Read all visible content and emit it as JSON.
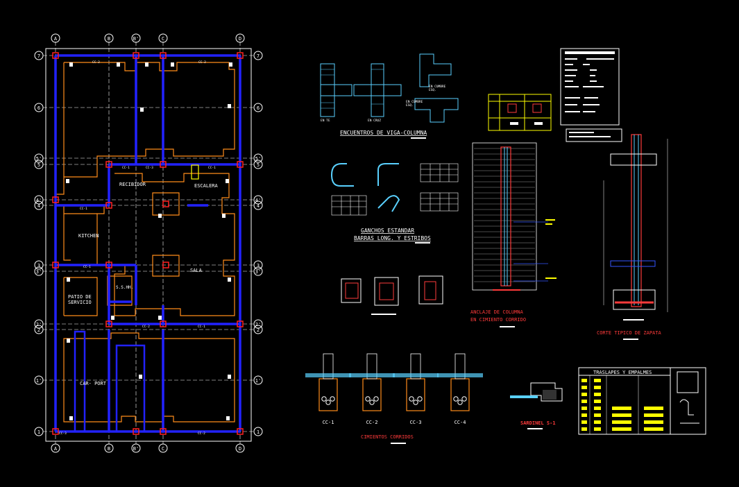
{
  "grid": {
    "top_axes": [
      "A",
      "B",
      "B'",
      "C",
      "D"
    ],
    "bottom_axes": [
      "A",
      "B",
      "B'",
      "C",
      "D"
    ],
    "side_axes": [
      "7",
      "6",
      "5'",
      "5",
      "4'",
      "4",
      "3",
      "3'",
      "2'",
      "2",
      "1'",
      "1"
    ]
  },
  "rooms": {
    "recibidor": "RECIBIDOR",
    "escalera": "ESCALERA",
    "kitchen": "KITCHEN",
    "sala": "SALA",
    "patio": "PATIO DE\nSERVICIO",
    "sshh": "S.S.HH.",
    "carport": "CAR- PORT"
  },
  "beams": [
    "CC-1",
    "CC-2",
    "CC-3",
    "CC-4"
  ],
  "details": {
    "encuentros_title": "ENCUENTROS DE VIGA-COLUMNA",
    "en_te": "EN TE",
    "en_cruz": "EN CRUZ",
    "en_cumbre_esq": "EN CUMBRE\nESQ.",
    "en_cumbre_esq2": "EN CUMBRE\nESQ.",
    "ganchos_title1": "GANCHOS ESTANDAR",
    "ganchos_title2": "BARRAS LONG. Y ESTRIBOS",
    "anclaje_title1": "ANCLAJE DE COLUMNA",
    "anclaje_title2": "EN CIMIENTO CORRIDO",
    "corte_title": "CORTE TIPICO DE ZAPATA",
    "cimientos_title": "CIMIENTOS CORRIDOS",
    "sardinel_title": "SARDINEL S-1",
    "traslapes_title": "TRASLAPES Y EMPALMES",
    "cc_labels": [
      "CC-1",
      "CC-2",
      "CC-3",
      "CC-4"
    ]
  },
  "colors": {
    "background": "#000000",
    "wall_outline": "#ff8c1a",
    "beam": "#1a1aff",
    "column": "#ff2020",
    "grid_line": "#ffffff",
    "detail_cyan": "#5ad1ff",
    "detail_yellow": "#ffff00",
    "detail_red": "#ff3b3b"
  }
}
